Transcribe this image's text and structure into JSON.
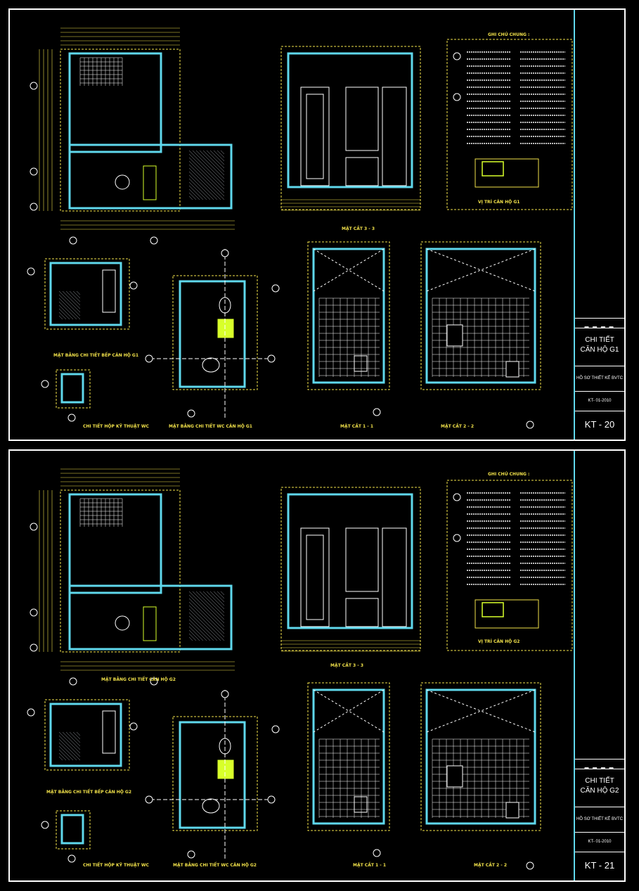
{
  "sheets": [
    {
      "title_line1": "CHI TIẾT",
      "title_line2": "CĂN HỘ G1",
      "designer": "HỒ SƠ THIẾT KẾ BVTC",
      "project_code": "KT- 01-2010",
      "sheet_code": "KT - 20",
      "labels": {
        "section33": "MẶT CẮT 3 - 3",
        "section11": "MẶT CẮT 1 - 1",
        "section22": "MẶT CẮT 2 - 2",
        "kitchen_plan": "MẶT BẰNG CHI TIẾT BẾP CĂN HỘ G1",
        "tech_box": "CHI TIẾT HỘP KỸ THUẬT WC",
        "wc_plan": "MẶT BẰNG CHI TIẾT WC CĂN HỘ G1",
        "notes_title": "GHI CHÚ CHUNG :",
        "key_plan": "VỊ TRÍ CĂN HỘ G1"
      }
    },
    {
      "title_line1": "CHI TIẾT",
      "title_line2": "CĂN HỘ G2",
      "designer": "HỒ SƠ THIẾT KẾ BVTC",
      "project_code": "KT- 01-2010",
      "sheet_code": "KT - 21",
      "labels": {
        "section33": "MẶT CẮT 3 - 3",
        "section11": "MẶT CẮT 1 - 1",
        "section22": "MẶT CẮT 2 - 2",
        "apartment_plan": "MẶT BẰNG CHI TIẾT CĂN HỘ G2",
        "kitchen_plan": "MẶT BẰNG CHI TIẾT BẾP CĂN HỘ G2",
        "tech_box": "CHI TIẾT HỘP KỸ THUẬT WC",
        "wc_plan": "MẶT BẰNG CHI TIẾT WC CĂN HỘ G2",
        "notes_title": "GHI CHÚ CHUNG :",
        "key_plan": "VỊ TRÍ CĂN HỘ G2"
      }
    }
  ],
  "colors": {
    "wall": "#5fd8ec",
    "dim": "#f2e24a",
    "line": "#ffffff",
    "hatch": "#9aa0a6",
    "fixture": "#d8ff2a",
    "grid": "#ff3a3a"
  }
}
